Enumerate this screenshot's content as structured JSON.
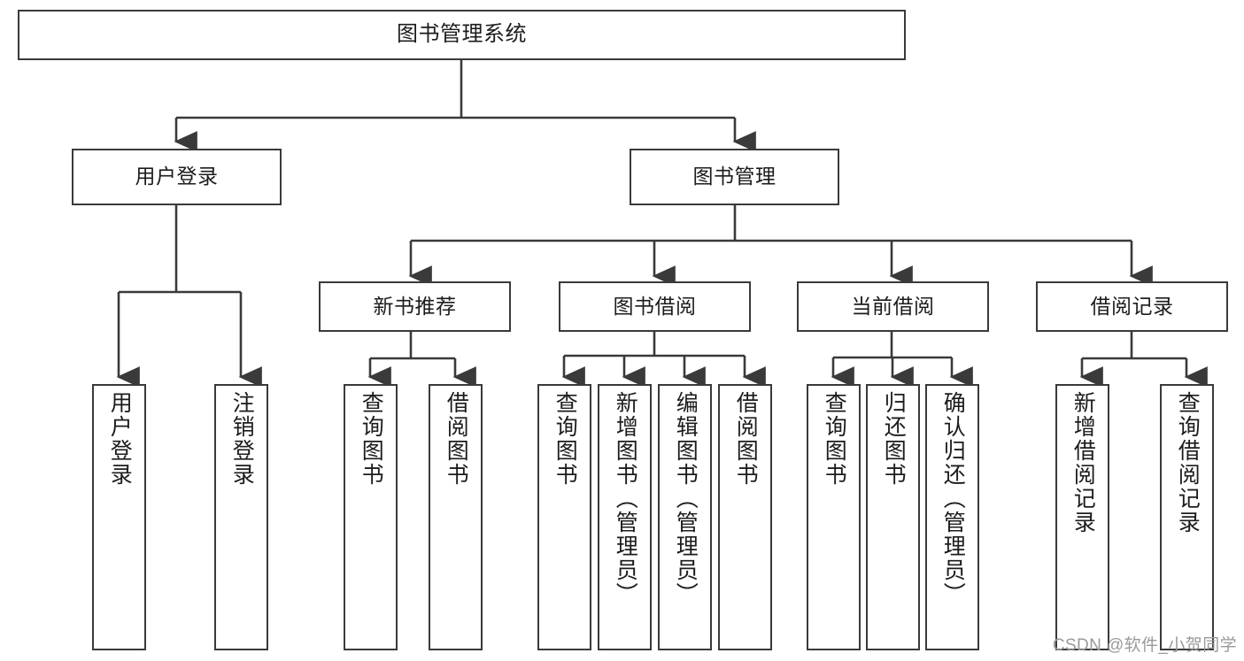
{
  "diagram": {
    "title": "图书管理系统",
    "type": "tree-hierarchy",
    "stroke_color": "#3a3a3a",
    "text_color": "#1c1c1c",
    "background_color": "#ffffff",
    "watermark": "CSDN @软件_小贺同学"
  },
  "nodes": {
    "root": {
      "label": "图书管理系统",
      "level": 0
    },
    "level1": [
      {
        "id": "user-login",
        "label": "用户登录"
      },
      {
        "id": "book-management",
        "label": "图书管理"
      }
    ],
    "level2": [
      {
        "id": "new-book-recommend",
        "label": "新书推荐",
        "parent": "book-management"
      },
      {
        "id": "book-borrow",
        "label": "图书借阅",
        "parent": "book-management"
      },
      {
        "id": "current-borrow",
        "label": "当前借阅",
        "parent": "book-management"
      },
      {
        "id": "borrow-record",
        "label": "借阅记录",
        "parent": "book-management"
      }
    ],
    "leaves": {
      "user-login": [
        {
          "id": "leaf-user-login",
          "label": "用户登录"
        },
        {
          "id": "leaf-logout",
          "label": "注销登录"
        }
      ],
      "new-book-recommend": [
        {
          "id": "leaf-query-book-1",
          "label": "查询图书"
        },
        {
          "id": "leaf-borrow-book-1",
          "label": "借阅图书"
        }
      ],
      "book-borrow": [
        {
          "id": "leaf-query-book-2",
          "label": "查询图书"
        },
        {
          "id": "leaf-add-book",
          "label": "新增图书（管理员）"
        },
        {
          "id": "leaf-edit-book",
          "label": "编辑图书（管理员）"
        },
        {
          "id": "leaf-borrow-book-2",
          "label": "借阅图书"
        }
      ],
      "current-borrow": [
        {
          "id": "leaf-query-book-3",
          "label": "查询图书"
        },
        {
          "id": "leaf-return-book",
          "label": "归还图书"
        },
        {
          "id": "leaf-confirm-return",
          "label": "确认归还（管理员）"
        }
      ],
      "borrow-record": [
        {
          "id": "leaf-add-record",
          "label": "新增借阅记录"
        },
        {
          "id": "leaf-query-record",
          "label": "查询借阅记录"
        }
      ]
    }
  }
}
